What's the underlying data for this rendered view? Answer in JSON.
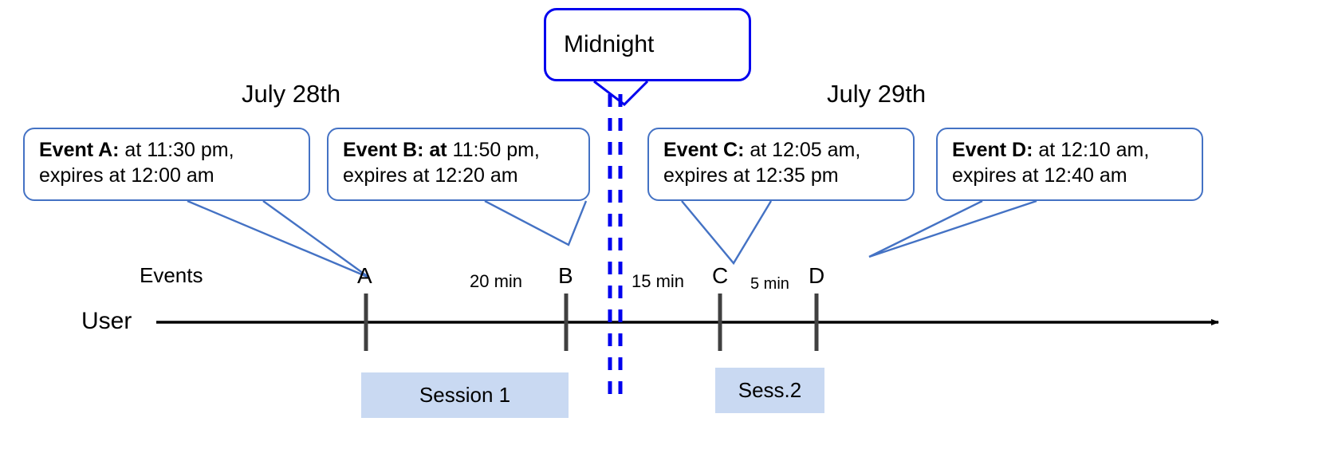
{
  "diagram": {
    "title_bubble": {
      "label": "Midnight"
    },
    "dates": [
      {
        "label": "July 28th"
      },
      {
        "label": "July 29th"
      }
    ],
    "axis": {
      "row_label": "User",
      "events_label": "Events"
    },
    "events": [
      {
        "id": "A",
        "tick_letter": "A",
        "name_bold": "Event A:",
        "at_bold": false,
        "line1_rest": " at 11:30 pm,",
        "line2": "expires at 12:00 am"
      },
      {
        "id": "B",
        "tick_letter": "B",
        "name_bold": "Event B: at",
        "at_bold": true,
        "line1_rest": " 11:50 pm,",
        "line2": "expires at 12:20 am"
      },
      {
        "id": "C",
        "tick_letter": "C",
        "name_bold": "Event C:",
        "at_bold": false,
        "line1_rest": " at 12:05 am,",
        "line2": "expires at 12:35 pm"
      },
      {
        "id": "D",
        "tick_letter": "D",
        "name_bold": "Event D:",
        "at_bold": false,
        "line1_rest": "  at 12:10 am,",
        "line2": "expires at 12:40 am"
      }
    ],
    "intervals": [
      {
        "label": "20 min"
      },
      {
        "label": "15 min"
      },
      {
        "label": "5 min"
      }
    ],
    "sessions": [
      {
        "label": "Session 1"
      },
      {
        "label": "Sess.2"
      }
    ],
    "colors": {
      "callout_border": "#4472c4",
      "midnight_blue": "#0000ee",
      "session_fill": "#c9d9f2",
      "tick": "#404040",
      "axis": "#000000"
    }
  }
}
